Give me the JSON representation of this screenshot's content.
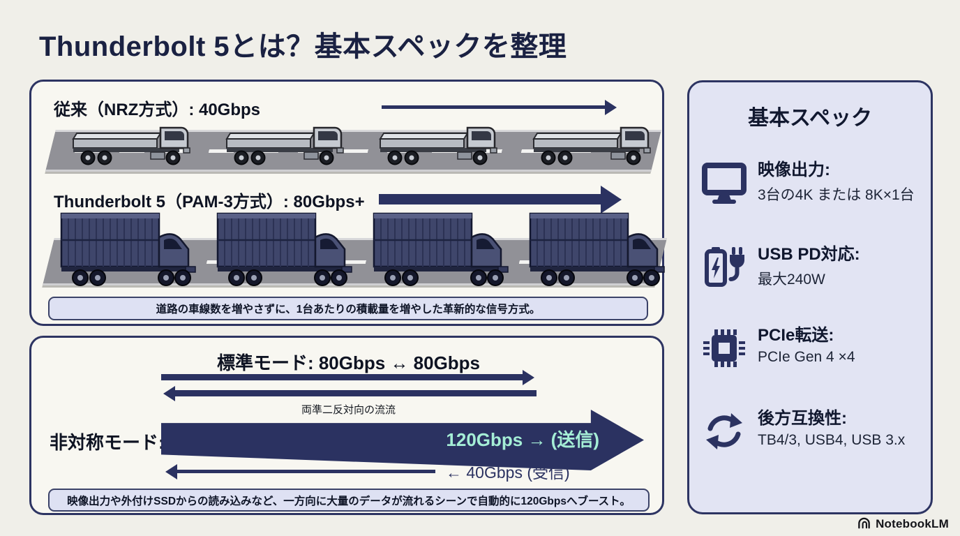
{
  "title": "Thunderbolt 5とは？基本スペックを整理",
  "colors": {
    "navy": "#2b3261",
    "mint": "#a5eed6",
    "panel_bg": "#f8f7f1",
    "spec_panel_bg": "#e2e4f3",
    "caption_bg": "#dee1f3",
    "page_bg": "#f0efe9"
  },
  "signal_panel": {
    "legacy_label": "従来（NRZ方式）: 40Gbps",
    "tb5_label": "Thunderbolt 5（PAM-3方式）: 80Gbps+",
    "legacy_truck_count": 4,
    "tb5_truck_count": 4,
    "caption": "道路の車線数を増やさずに、1台あたりの積載量を増やした革新的な信号方式。"
  },
  "mode_panel": {
    "standard_heading": "標準モード: 80Gbps ↔ 80Gbps",
    "bidirectional_note": "両準二反対向の流流",
    "asymmetric_label": "非対称モード:",
    "send_label": "120Gbps → (送信)",
    "receive_label": "← 40Gbps (受信)",
    "caption": "映像出力や外付けSSDからの読み込みなど、一方向に大量のデータが流れるシーンで自動的に120Gbpsへブースト。"
  },
  "spec_panel": {
    "title": "基本スペック",
    "items": [
      {
        "icon": "monitor-icon",
        "label": "映像出力:",
        "value": "3台の4K または 8K×1台"
      },
      {
        "icon": "battery-plug-icon",
        "label": "USB PD対応:",
        "value": "最大240W"
      },
      {
        "icon": "chip-icon",
        "label": "PCIe転送:",
        "value": "PCIe Gen 4 ×4"
      },
      {
        "icon": "sync-icon",
        "label": "後方互換性:",
        "value": "TB4/3, USB4, USB 3.x"
      }
    ]
  },
  "brand": {
    "name": "NotebookLM"
  }
}
